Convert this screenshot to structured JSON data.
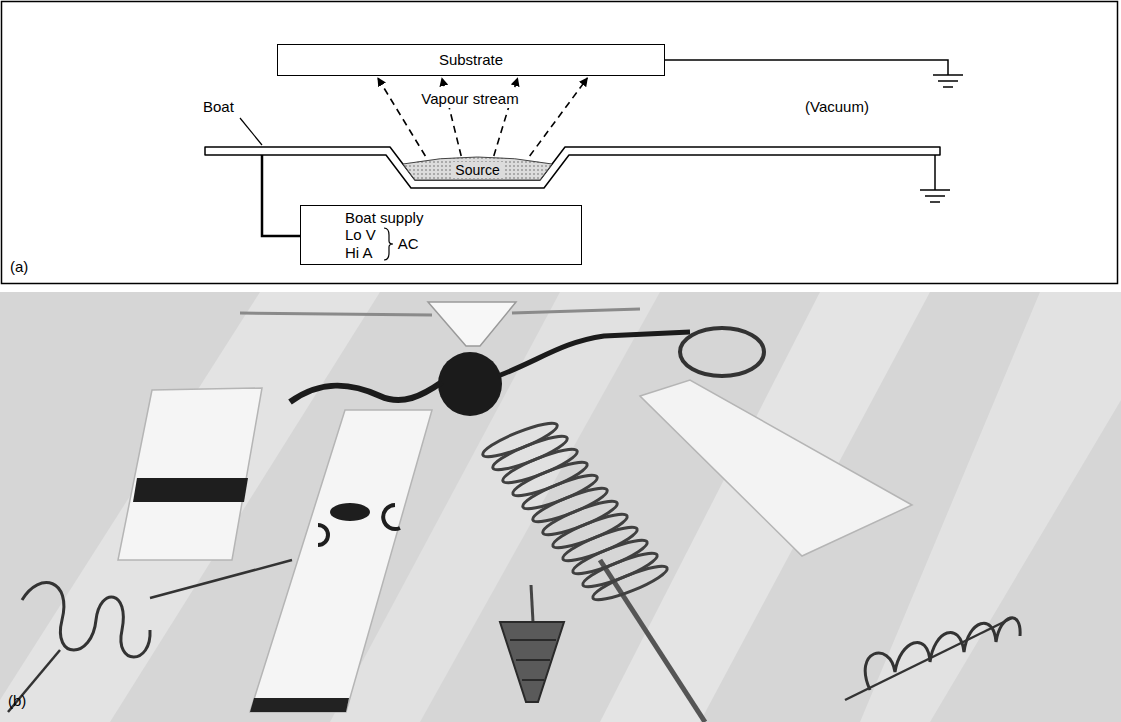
{
  "diagram": {
    "nodes": [
      {
        "text": [
          "Substrate"
        ]
      },
      {
        "text": [
          "Source"
        ]
      },
      {
        "text": [
          "Boat supply",
          "Lo V",
          "Hi A",
          "AC"
        ]
      }
    ],
    "edges": [
      {
        "from": 1,
        "to": 0,
        "arrow": "to"
      },
      {
        "from": 1,
        "to": 0,
        "arrow": "to"
      },
      {
        "from": 1,
        "to": 0,
        "arrow": "to"
      },
      {
        "from": 1,
        "to": 0,
        "arrow": "to"
      }
    ],
    "labels": [
      "Vapour stream",
      "Boat",
      "(Vacuum)",
      "(a)",
      "(b)"
    ]
  }
}
